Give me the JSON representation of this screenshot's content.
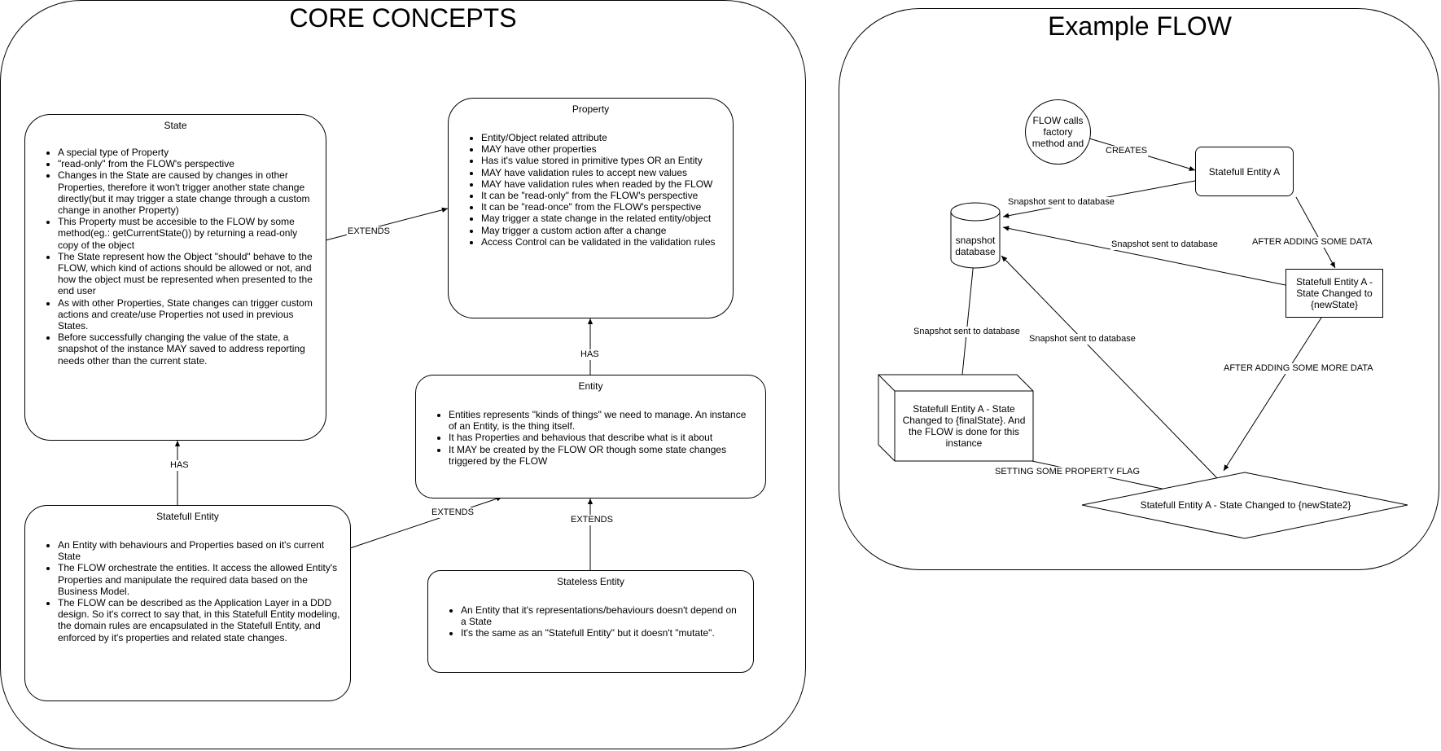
{
  "core": {
    "title": "CORE CONCEPTS",
    "state": {
      "title": "State",
      "items": [
        "A special type of Property",
        "\"read-only\" from the FLOW's perspective",
        "Changes in the State are caused by changes in other Properties, therefore it won't trigger another state change directly(but it may trigger a state change through a custom change in another Property)",
        "This Property must be accesible to the FLOW by some method(eg.: getCurrentState()) by returning a read-only copy of the object",
        "The State represent how the Object \"should\" behave to the FLOW, which kind of actions should be allowed or not, and how the object must be represented when presented to the end user",
        "As with other Properties, State changes can trigger custom actions and create/use Properties not used in previous States.",
        "Before successfully changing the value of the state, a snapshot of the instance MAY saved to address reporting needs other than the current state."
      ]
    },
    "property": {
      "title": "Property",
      "items": [
        "Entity/Object related attribute",
        "MAY have other properties",
        "Has it's value stored in primitive types OR an Entity",
        "MAY have validation rules to accept new values",
        "MAY have validation rules when readed by the FLOW",
        "It can be \"read-only\" from the FLOW's perspective",
        "It can be \"read-once\" from the FLOW's perspective",
        "May trigger a state change in the related entity/object",
        "May trigger a custom action after a change",
        "Access Control can be validated in the validation rules"
      ]
    },
    "entity": {
      "title": "Entity",
      "items": [
        "Entities represents \"kinds of things\" we need to manage. An instance of an Entity, is the thing itself.",
        "It has Properties and behavious that describe what is it about",
        "It MAY be created by the FLOW OR though some state changes triggered by the FLOW"
      ]
    },
    "statefull": {
      "title": "Statefull Entity",
      "items": [
        "An Entity with behaviours and Properties based on it's current State",
        "The FLOW orchestrate the entities. It access the allowed Entity's Properties and manipulate the required data based on the Business Model.",
        "The FLOW can be described as the Application Layer in a DDD design. So it's correct to say that, in this Statefull Entity modeling, the domain rules are encapsulated in the Statefull Entity, and enforced by it's properties and related state changes."
      ]
    },
    "stateless": {
      "title": "Stateless Entity",
      "items": [
        "An Entity that it's representations/behaviours doesn't depend on a State",
        "It's the same as an \"Statefull Entity\" but it doesn't \"mutate\"."
      ]
    },
    "labels": {
      "extends_state_property": "EXTENDS",
      "has_entity_property": "HAS",
      "has_statefull_state": "HAS",
      "extends_statefull_entity": "EXTENDS",
      "extends_stateless_entity": "EXTENDS"
    }
  },
  "flow": {
    "title": "Example FLOW",
    "nodes": {
      "caller": "FLOW calls factory method and",
      "entity_a": "Statefull Entity A",
      "database": "snapshot database",
      "new_state": "Statefull Entity A - State Changed to {newState}",
      "new_state2": "Statefull Entity A - State Changed to {newState2}",
      "final_state": "Statefull Entity A - State Changed to {finalState}. And the FLOW is done for this instance"
    },
    "labels": {
      "creates": "CREATES",
      "snap1": "Snapshot sent to database",
      "snap2": "Snapshot sent to database",
      "snap3": "Snapshot sent to database",
      "snap4": "Snapshot sent to database",
      "after_data": "AFTER ADDING SOME DATA",
      "after_more": "AFTER ADDING SOME MORE DATA",
      "flag": "SETTING SOME PROPERTY FLAG"
    }
  }
}
